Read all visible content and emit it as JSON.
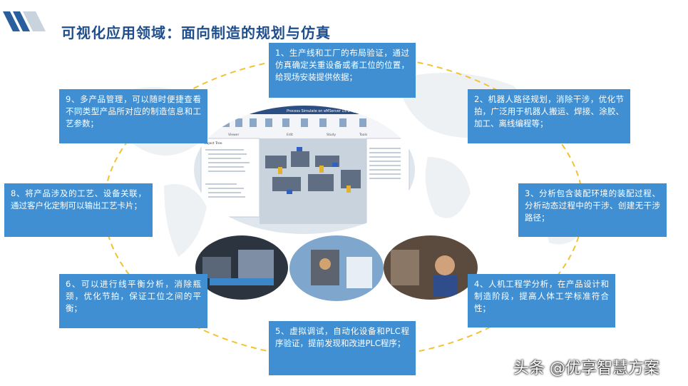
{
  "title": "可视化应用领域：面向制造的规划与仿真",
  "cards": [
    {
      "id": "layout-verification",
      "text": "1、生产线和工厂的布局验证，通过仿真确定关重设备或者工位的位置，给现场安装提供依据；"
    },
    {
      "id": "robot-path-planning",
      "text": "2、机器人路径规划，消除干涉，优化节拍，广泛用于机器人搬运、焊接、涂胶、加工、离线编程等；"
    },
    {
      "id": "assembly-analysis",
      "text": "3、分析包含装配环境的装配过程、分析动态过程中的干涉、创建无干涉路径；"
    },
    {
      "id": "ergonomics-analysis",
      "text": "4、人机工程学分析，在产品设计和制造阶段，提高人体工学标准符合性；"
    },
    {
      "id": "virtual-commissioning",
      "text": "5、虚拟调试，自动化设备和PLC程序验证，提前发现和改进PLC程序；"
    },
    {
      "id": "line-balancing",
      "text": "6、可以进行线平衡分析，消除瓶颈，优化节拍，保证工位之间的平衡；"
    },
    {
      "id": "process-card",
      "text": "8、将产品涉及的工艺、设备关联，通过客户化定制可以输出工艺卡片；"
    },
    {
      "id": "product-management",
      "text": "9、多产品管理，可以随时便捷查看不同类型产品所对应的制造信息和工艺参数；"
    }
  ],
  "software": {
    "window_title": "Process Simulate on eMServer 15.1 - [Mfr_ass]",
    "tree_header": "Object Tree",
    "ribbon_groups": [
      "Viewer",
      "Edit",
      "Study",
      "Tools"
    ]
  },
  "watermark": "头条 @优享智慧方案",
  "colors": {
    "card": "#3f8fd2",
    "title": "#1f4e8c",
    "orbit": "#f2c230"
  }
}
